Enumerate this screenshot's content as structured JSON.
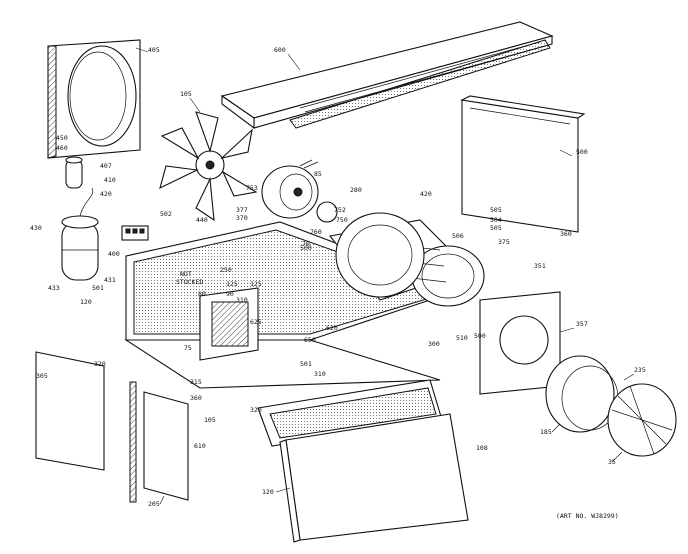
{
  "diagram": {
    "art_number": "(ART NO. WJ8299)",
    "not_stocked_label": [
      "NOT",
      "STOCKED"
    ],
    "callouts": [
      "600",
      "405",
      "105",
      "450",
      "460",
      "407",
      "410",
      "420",
      "400",
      "430",
      "433",
      "501",
      "431",
      "120",
      "440",
      "502",
      "377",
      "370",
      "375",
      "360",
      "351",
      "357",
      "280",
      "500",
      "505",
      "504",
      "505",
      "506",
      "420",
      "85",
      "90",
      "752",
      "750",
      "753",
      "760",
      "70",
      "80",
      "300",
      "310",
      "315",
      "235",
      "250",
      "185",
      "500",
      "310",
      "35",
      "650",
      "620",
      "75",
      "305",
      "320",
      "105",
      "360",
      "320",
      "120",
      "610",
      "205",
      "108",
      "500",
      "510",
      "501",
      "625",
      "125",
      "125"
    ]
  }
}
